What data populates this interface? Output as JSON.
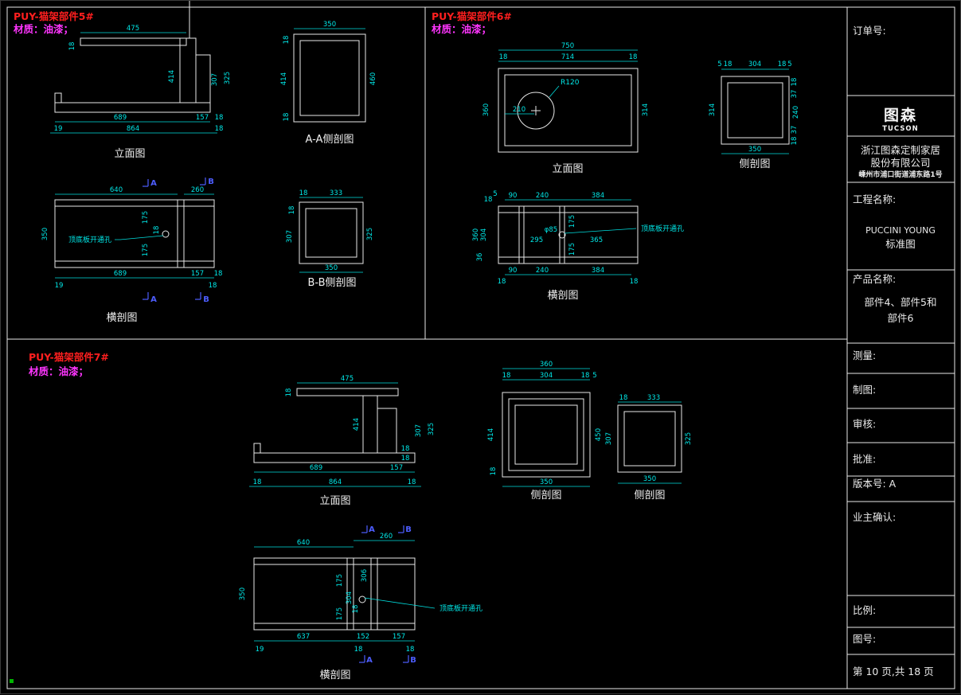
{
  "colors": {
    "background": "#000000",
    "geometry": "#e8e8e8",
    "dimension": "#00e8e8",
    "part_title": "#ff1f1f",
    "material": "#ff35ff",
    "section_marker": "#4d5dff"
  },
  "p5": {
    "title": "PUY-猫架部件5#",
    "material": "材质：油漆；",
    "elev": {
      "label": "立面图",
      "dims": [
        "475",
        "18",
        "414",
        "307",
        "325",
        "689",
        "157",
        "18",
        "19",
        "864",
        "18"
      ]
    },
    "aa": {
      "label": "A-A侧剖图",
      "dims": [
        "350",
        "18",
        "414",
        "18",
        "460"
      ]
    },
    "cross": {
      "label": "横剖图",
      "hole_note": "顶底板开通孔",
      "marker_a": "A",
      "marker_b": "B",
      "dims": [
        "640",
        "260",
        "350",
        "175",
        "175",
        "18",
        "689",
        "157",
        "18",
        "19",
        "18"
      ]
    },
    "bb": {
      "label": "B-B侧剖图",
      "dims": [
        "18",
        "333",
        "18",
        "307",
        "325",
        "350"
      ]
    }
  },
  "p6": {
    "title": "PUY-猫架部件6#",
    "material": "材质：油漆；",
    "elev": {
      "label": "立面图",
      "dims": [
        "750",
        "18",
        "714",
        "18",
        "360",
        "314",
        "R120",
        "210"
      ]
    },
    "side": {
      "label": "侧剖图",
      "dims": [
        "5",
        "18",
        "304",
        "18",
        "5",
        "314",
        "18",
        "37",
        "240",
        "37",
        "18",
        "350"
      ]
    },
    "cross": {
      "label": "横剖图",
      "hole_note": "顶底板开通孔",
      "dims": [
        "18",
        "5",
        "90",
        "240",
        "384",
        "360",
        "304",
        "36",
        "φ85",
        "295",
        "365",
        "175",
        "175",
        "90",
        "240",
        "384",
        "18",
        "18"
      ]
    }
  },
  "p7": {
    "title": "PUY-猫架部件7#",
    "material": "材质：油漆；",
    "elev": {
      "label": "立面图",
      "dims": [
        "475",
        "18",
        "414",
        "307",
        "325",
        "18",
        "18",
        "689",
        "157",
        "18",
        "864",
        "18"
      ]
    },
    "side1": {
      "label": "侧剖图",
      "dims": [
        "360",
        "18",
        "304",
        "18",
        "5",
        "414",
        "18",
        "450",
        "350"
      ]
    },
    "side2": {
      "label": "侧剖图",
      "dims": [
        "18",
        "333",
        "307",
        "325",
        "350"
      ]
    },
    "cross": {
      "label": "横剖图",
      "hole_note": "顶底板开通孔",
      "marker_a": "A",
      "marker_b": "B",
      "dims": [
        "640",
        "260",
        "350",
        "175",
        "175",
        "304",
        "306",
        "18",
        "637",
        "152",
        "157",
        "19",
        "18",
        "18"
      ]
    }
  },
  "titleblock": {
    "order_label": "订单号:",
    "logo": "图森",
    "logo_sub": "TUCSON",
    "company_line1": "浙江图森定制家居",
    "company_line2": "股份有限公司",
    "address": "嵊州市浦口街道浦东路1号",
    "project_label": "工程名称:",
    "project_line1": "PUCCINI YOUNG",
    "project_line2": "标准图",
    "product_label": "产品名称:",
    "product_line1": "部件4、部件5和",
    "product_line2": "部件6",
    "measure_label": "测量:",
    "draft_label": "制图:",
    "audit_label": "审核:",
    "approve_label": "批准:",
    "version_label": "版本号: A",
    "owner_confirm_label": "业主确认:",
    "scale_label": "比例:",
    "drawing_no_label": "图号:",
    "page_info": "第 10 页,共 18 页"
  }
}
